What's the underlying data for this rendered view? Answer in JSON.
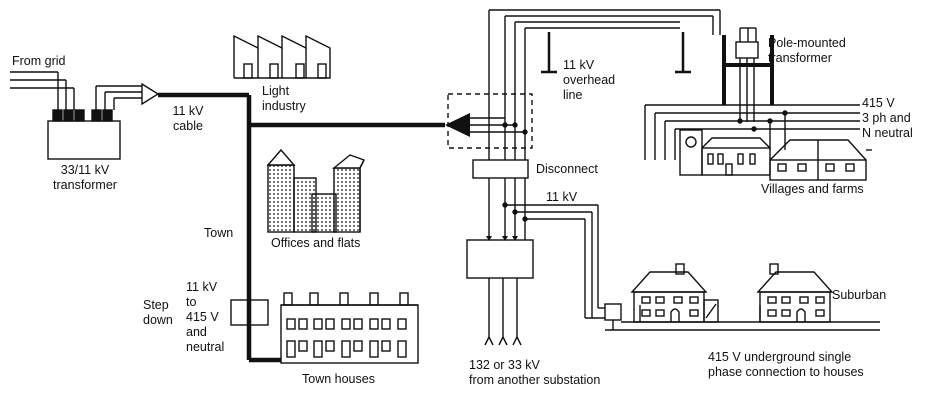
{
  "labels": {
    "from_grid": "From grid",
    "transformer_33_11": "33/11 kV\ntransformer",
    "cable_11kv": "11 kV\ncable",
    "light_industry": "Light\nindustry",
    "offices_flats": "Offices and flats",
    "town": "Town",
    "step_down_voltage": "11 kV\nto\n415 V\nand\nneutral",
    "step_down": "Step\ndown",
    "town_houses": "Town houses",
    "overhead_line": "11 kV\noverhead\nline",
    "pole_transformer": "Pole-mounted\ntransformer",
    "three_phase": "415 V\n3 ph and\nN neutral",
    "villages_farms": "Villages and farms",
    "disconnect": "Disconnect",
    "kv11_branch": "11 kV",
    "suburban": "Suburban",
    "incoming_supply": "132 or 33 kV\nfrom another substation",
    "underground": "415 V underground single\nphase connection to houses"
  },
  "colors": {
    "ink": "#111111",
    "fill_dots": "#111111",
    "background": "#ffffff"
  }
}
